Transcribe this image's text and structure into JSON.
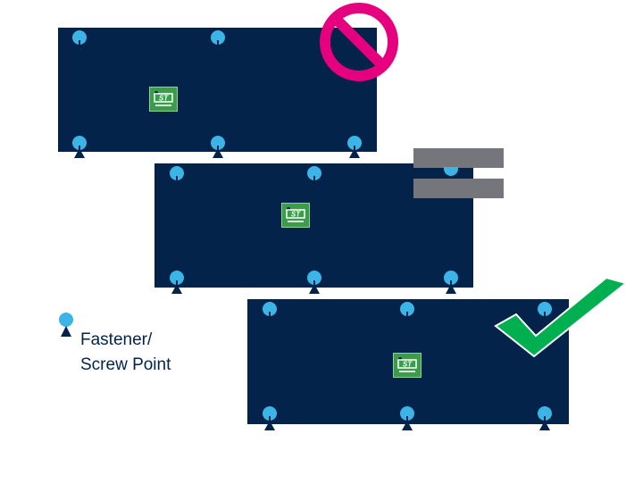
{
  "legend": {
    "line1": "Fastener/",
    "line2": "Screw Point"
  },
  "chip": {
    "logo_text": "ST"
  },
  "icons": {
    "prohibited": "prohibited-icon",
    "check": "checkmark-icon"
  },
  "colors": {
    "board": "#03234b",
    "fastener": "#3cb4e6",
    "prohibited": "#e6007e",
    "check": "#00b050",
    "gap_bar": "#75767b",
    "chip": "#3b9c4a"
  }
}
